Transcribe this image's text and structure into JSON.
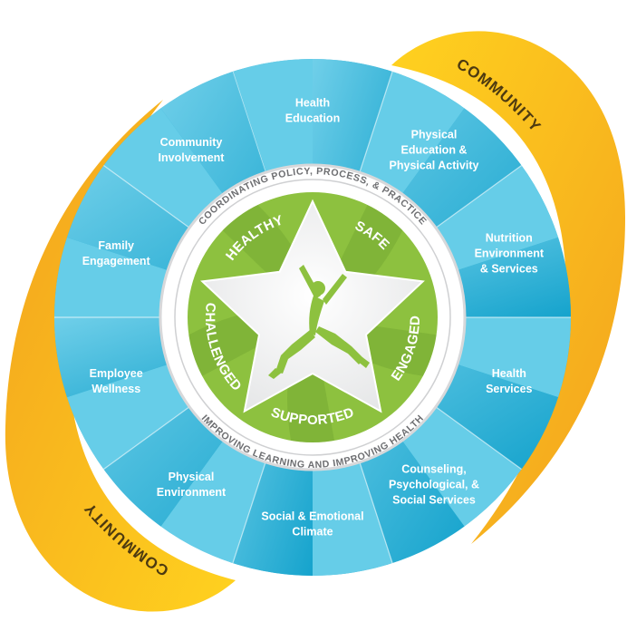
{
  "community": {
    "top_right_label": "COMMUNITY",
    "bottom_left_label": "COMMUNITY"
  },
  "segments": [
    {
      "label": [
        "Health",
        "Education"
      ]
    },
    {
      "label": [
        "Physical",
        "Education &",
        "Physical Activity"
      ]
    },
    {
      "label": [
        "Nutrition",
        "Environment",
        "& Services"
      ]
    },
    {
      "label": [
        "Health",
        "Services"
      ]
    },
    {
      "label": [
        "Counseling,",
        "Psychological, &",
        "Social Services"
      ]
    },
    {
      "label": [
        "Social & Emotional",
        "Climate"
      ]
    },
    {
      "label": [
        "Physical",
        "Environment"
      ]
    },
    {
      "label": [
        "Employee",
        "Wellness"
      ]
    },
    {
      "label": [
        "Family",
        "Engagement"
      ]
    },
    {
      "label": [
        "Community",
        "Involvement"
      ]
    }
  ],
  "ring": {
    "top_text": "COORDINATING POLICY, PROCESS, & PRACTICE",
    "bottom_text": "IMPROVING LEARNING AND IMPROVING HEALTH"
  },
  "center": {
    "themes": [
      "HEALTHY",
      "SAFE",
      "ENGAGED",
      "SUPPORTED",
      "CHALLENGED"
    ]
  },
  "colors": {
    "segment_light": "#6fd0ea",
    "segment_dark": "#1aa8cf",
    "green": "#8dc13f",
    "green_dark": "#6a9e2a",
    "community_yellow": "#f8c21f",
    "community_orange": "#f5a623",
    "ring_grey": "#d7d8da",
    "jumper": "#8dc13f"
  },
  "icons": {
    "center_figure": "jumping-student-icon",
    "center_shape": "star-icon"
  }
}
